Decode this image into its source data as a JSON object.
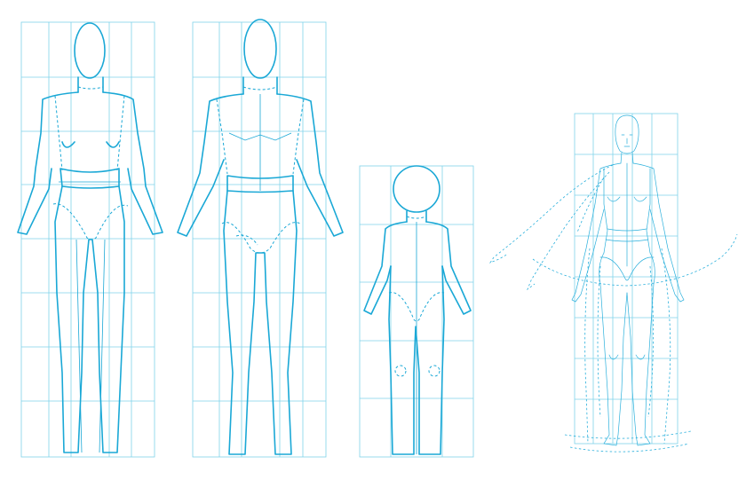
{
  "figures": [
    {
      "id": "female-croquis"
    },
    {
      "id": "male-croquis"
    },
    {
      "id": "child-croquis"
    },
    {
      "id": "realistic-female-croquis-with-pose-variations"
    }
  ],
  "colors": {
    "line": "#1aa8d6",
    "grid": "#7fd3ea",
    "background": "#ffffff"
  }
}
